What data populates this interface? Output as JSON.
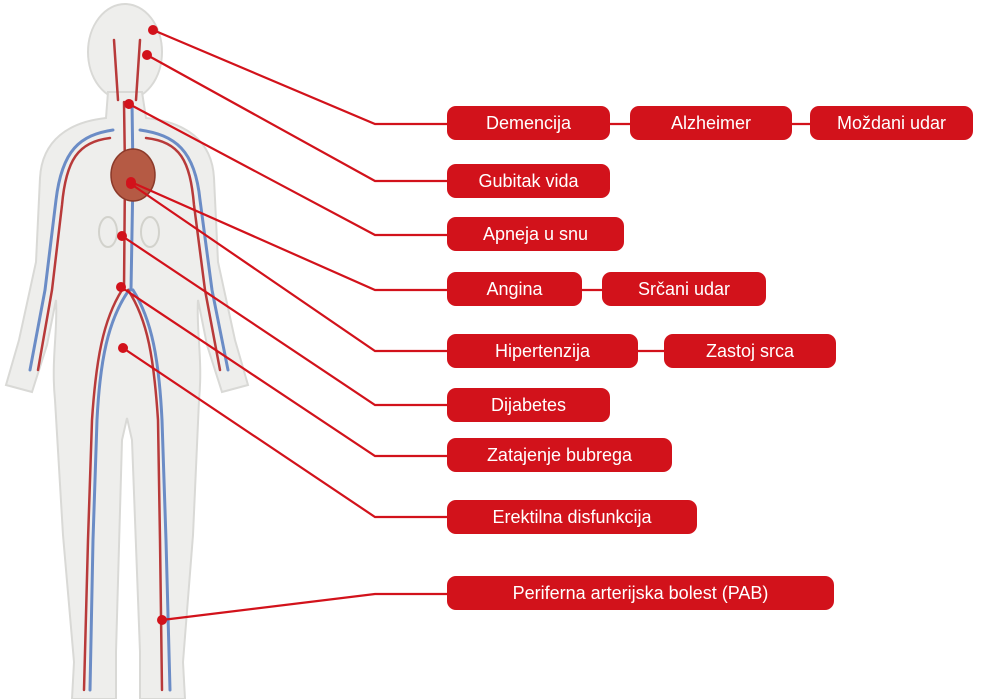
{
  "colors": {
    "accent_red": "#d2121b",
    "body_fill": "#eeeeec",
    "body_outline": "#d9d9d6",
    "vein_blue": "#6b8cc6",
    "artery_red": "#b83a3a"
  },
  "labels": {
    "demencija": "Demencija",
    "alzheimer": "Alzheimer",
    "mozdani_udar": "Moždani udar",
    "gubitak_vida": "Gubitak vida",
    "apneja": "Apneja u snu",
    "angina": "Angina",
    "srcani_udar": "Srčani udar",
    "hipertenzija": "Hipertenzija",
    "zastoj_srca": "Zastoj srca",
    "dijabetes": "Dijabetes",
    "zatajenje_bubrega": "Zatajenje bubrega",
    "erektilna": "Erektilna disfunkcija",
    "pab": "Periferna arterijska bolest (PAB)"
  }
}
